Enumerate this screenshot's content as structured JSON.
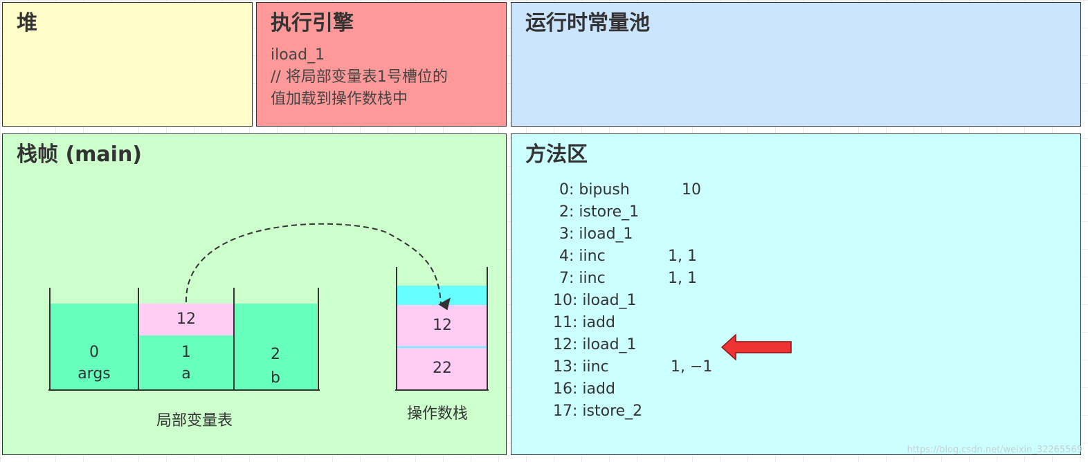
{
  "heap": {
    "title": "堆"
  },
  "engine": {
    "title": "执行引擎",
    "lines": [
      "iload_1",
      "// 将局部变量表1号槽位的",
      "值加载到操作数栈中"
    ]
  },
  "constant_pool": {
    "title": "运行时常量池"
  },
  "stack_frame": {
    "title": "栈帧 (main)",
    "locals": {
      "caption": "局部变量表",
      "slots": [
        {
          "index": "0",
          "name": "args"
        },
        {
          "index": "1",
          "name": "a",
          "value": "12"
        },
        {
          "index": "2",
          "name": "b"
        }
      ]
    },
    "operand_stack": {
      "caption": "操作数栈",
      "values": [
        "12",
        "22"
      ]
    }
  },
  "method_area": {
    "title": "方法区",
    "bytecode": [
      {
        "offset": "0:",
        "op": "bipush",
        "arg": "10"
      },
      {
        "offset": "2:",
        "op": "istore_1",
        "arg": ""
      },
      {
        "offset": "3:",
        "op": "iload_1",
        "arg": ""
      },
      {
        "offset": "4:",
        "op": "iinc",
        "arg": "1, 1"
      },
      {
        "offset": "7:",
        "op": "iinc",
        "arg": "1, 1"
      },
      {
        "offset": "10:",
        "op": "iload_1",
        "arg": ""
      },
      {
        "offset": "11:",
        "op": "iadd",
        "arg": ""
      },
      {
        "offset": "12:",
        "op": "iload_1",
        "arg": ""
      },
      {
        "offset": "13:",
        "op": "iinc",
        "arg": "1, −1"
      },
      {
        "offset": "16:",
        "op": "iadd",
        "arg": ""
      },
      {
        "offset": "17:",
        "op": "istore_2",
        "arg": ""
      }
    ],
    "current_instruction": "12:"
  },
  "colors": {
    "heap": "#fffdc9",
    "engine": "#ff9999",
    "pool": "#cce5ff",
    "frame": "#ccffcc",
    "method": "#ccffff",
    "slot_green": "#66ffbb",
    "slot_pink": "#ffccf5",
    "stack_top": "#66ffff",
    "pointer_red": "#ee3333"
  },
  "watermark": "https://blog.csdn.net/weixin_32265569"
}
